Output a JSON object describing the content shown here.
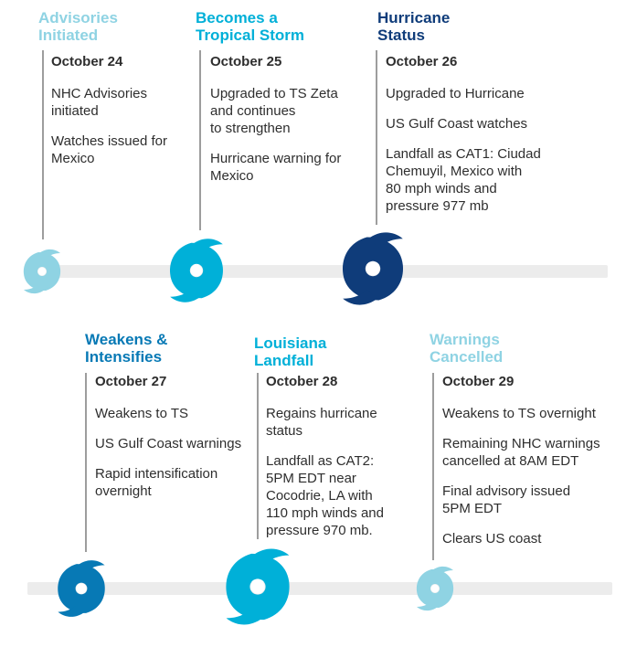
{
  "colors": {
    "light": "#8fd3e3",
    "cyan": "#00b0d8",
    "blue": "#0779b5",
    "navy": "#0f3c7a",
    "track": "#ececec"
  },
  "events": [
    {
      "title": [
        "Advisories",
        "Initiated"
      ],
      "color": "#8fd3e3",
      "date": "October 24",
      "items": [
        [
          "NHC Advisories",
          "initiated"
        ],
        [
          "Watches issued for",
          "Mexico"
        ]
      ],
      "icon": "hurricane-icon"
    },
    {
      "title": [
        "Becomes a",
        "Tropical Storm"
      ],
      "color": "#00b0d8",
      "date": "October 25",
      "items": [
        [
          "Upgraded to TS Zeta",
          "and continues",
          "to strengthen"
        ],
        [
          "Hurricane warning for",
          "Mexico"
        ]
      ],
      "icon": "hurricane-icon"
    },
    {
      "title": [
        "Hurricane",
        "Status"
      ],
      "color": "#0f3c7a",
      "date": "October 26",
      "items": [
        [
          "Upgraded to Hurricane"
        ],
        [
          "US Gulf Coast watches"
        ],
        [
          "Landfall as CAT1: Ciudad",
          "Chemuyil, Mexico with",
          "80 mph winds and",
          "pressure 977 mb"
        ]
      ],
      "icon": "hurricane-icon"
    },
    {
      "title": [
        "Weakens &",
        "Intensifies"
      ],
      "color": "#0779b5",
      "date": "October 27",
      "items": [
        [
          "Weakens to TS"
        ],
        [
          "US Gulf Coast warnings"
        ],
        [
          "Rapid intensification",
          "overnight"
        ]
      ],
      "icon": "hurricane-icon"
    },
    {
      "title": [
        "Louisiana",
        "Landfall"
      ],
      "color": "#00b0d8",
      "date": "October 28",
      "items": [
        [
          "Regains hurricane",
          "status"
        ],
        [
          "Landfall as CAT2:",
          "5PM EDT near",
          "Cocodrie, LA with",
          "110 mph winds and",
          "pressure 970 mb."
        ]
      ],
      "icon": "hurricane-icon"
    },
    {
      "title": [
        "Warnings",
        "Cancelled"
      ],
      "color": "#8fd3e3",
      "date": "October 29",
      "items": [
        [
          "Weakens to TS overnight"
        ],
        [
          "Remaining NHC warnings",
          "cancelled at 8AM EDT"
        ],
        [
          "Final advisory issued",
          "5PM EDT"
        ],
        [
          "Clears US coast"
        ]
      ],
      "icon": "hurricane-icon"
    }
  ]
}
